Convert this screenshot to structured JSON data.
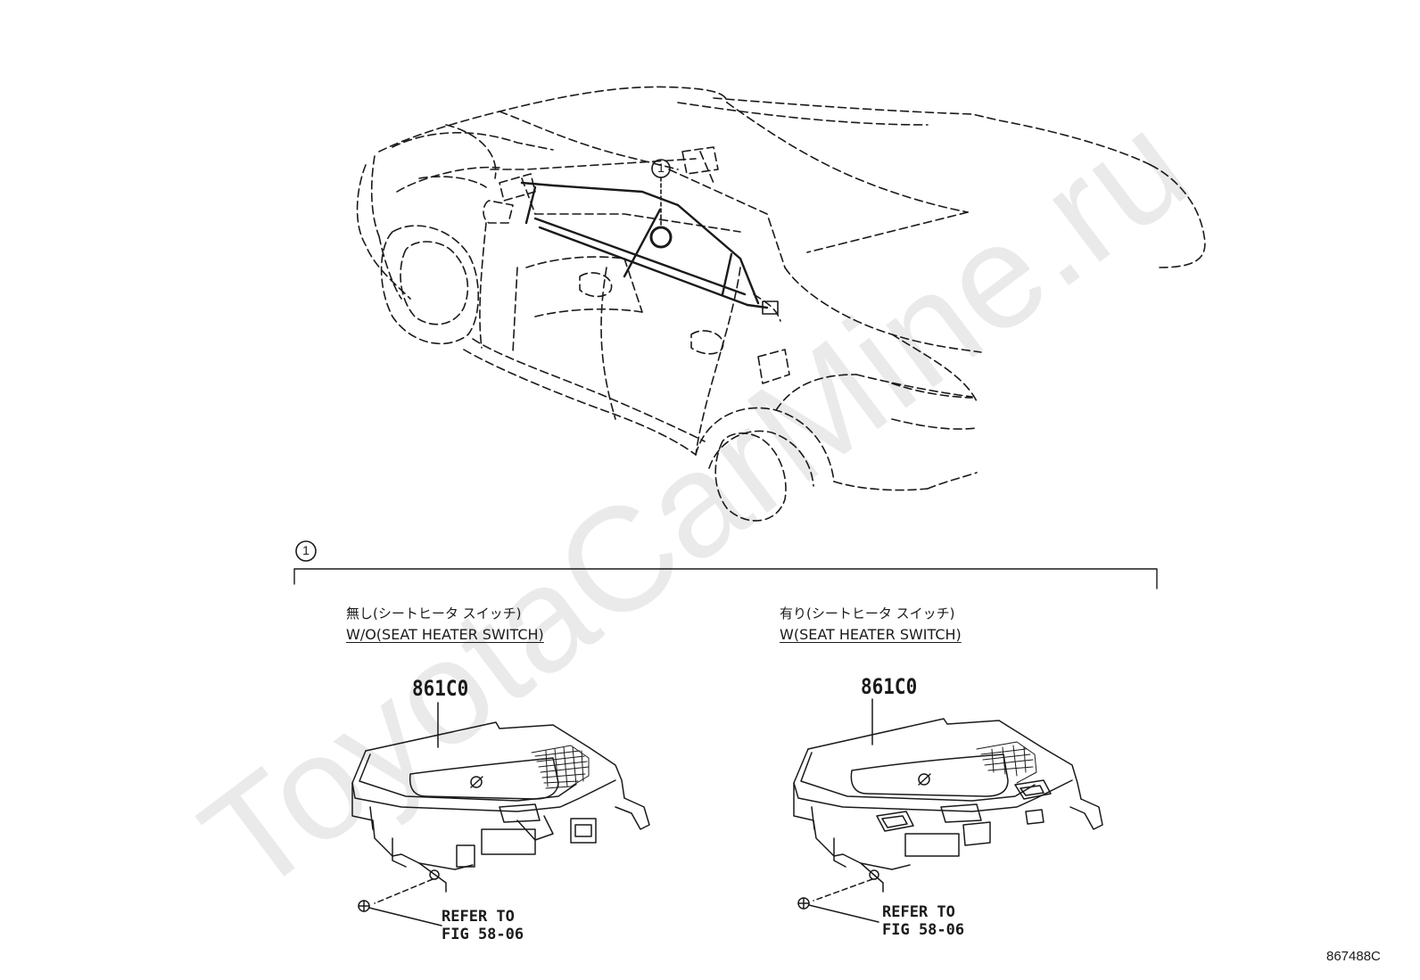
{
  "watermark": "ToyotaCarMine.ru",
  "callouts": {
    "car_callout": "1",
    "section_callout": "1"
  },
  "variants": [
    {
      "jp_label": "無し(シートヒータ スイッチ)",
      "en_label": "W/O(SEAT HEATER SWITCH)",
      "part_number": "861C0",
      "refer_line1": "REFER TO",
      "refer_line2": "FIG 58-06"
    },
    {
      "jp_label": "有り(シートヒータ スイッチ)",
      "en_label": "W(SEAT HEATER SWITCH)",
      "part_number": "861C0",
      "refer_line1": "REFER TO",
      "refer_line2": "FIG 58-06"
    }
  ],
  "drawing_number": "867488C"
}
